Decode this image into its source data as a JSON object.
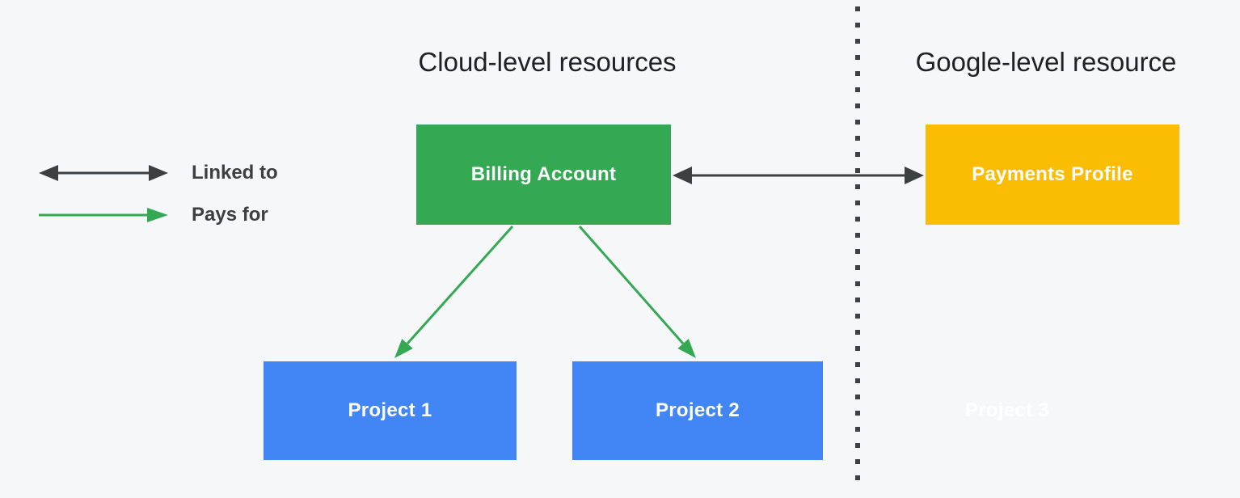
{
  "diagram": {
    "background": "#F6F7F9",
    "sections": {
      "left_title": "Cloud-level resources",
      "right_title": "Google-level resource"
    },
    "legend": {
      "items": [
        {
          "label": "Linked to",
          "arrow_style": "double-headed",
          "color": "#3C4043"
        },
        {
          "label": "Pays for",
          "arrow_style": "single-headed",
          "color": "#34A853"
        }
      ]
    },
    "nodes": [
      {
        "label": "Billing Account",
        "fill": "#34A853",
        "text_color": "#FFFFFF"
      },
      {
        "label": "Payments Profile",
        "fill": "#FBBC04",
        "text_color": "#FFFFFF"
      },
      {
        "label": "Project 1",
        "fill": "#4285F4",
        "text_color": "#FFFFFF"
      },
      {
        "label": "Project 2",
        "fill": "#4285F4",
        "text_color": "#FFFFFF"
      },
      {
        "label": "Project 3",
        "fill": "none",
        "text_color": "#FFFFFF"
      }
    ],
    "edges": [
      {
        "from": "Billing Account",
        "to": "Payments Profile",
        "relation": "Linked to",
        "color": "#3C4043"
      },
      {
        "from": "Billing Account",
        "to": "Project 1",
        "relation": "Pays for",
        "color": "#34A853"
      },
      {
        "from": "Billing Account",
        "to": "Project 2",
        "relation": "Pays for",
        "color": "#34A853"
      }
    ],
    "divider": {
      "style": "dotted-vertical",
      "color": "#3C4043"
    }
  }
}
